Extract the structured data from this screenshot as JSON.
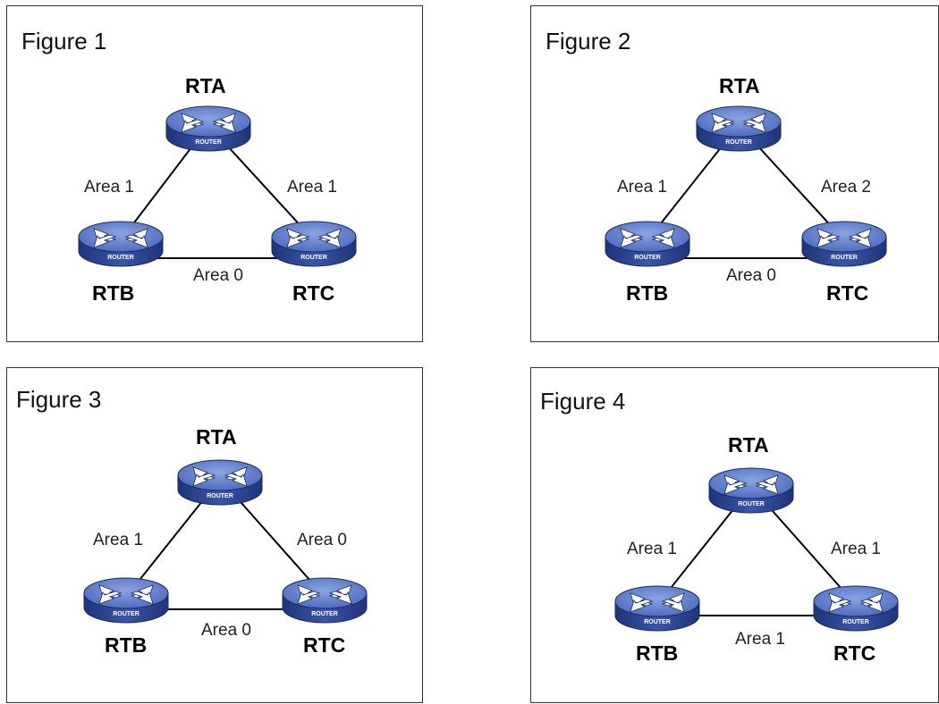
{
  "figures": [
    {
      "title": "Figure 1",
      "routers": {
        "a": "RTA",
        "b": "RTB",
        "c": "RTC"
      },
      "links": {
        "ab": "Area 1",
        "ac": "Area 1",
        "bc": "Area 0"
      }
    },
    {
      "title": "Figure 2",
      "routers": {
        "a": "RTA",
        "b": "RTB",
        "c": "RTC"
      },
      "links": {
        "ab": "Area 1",
        "ac": "Area 2",
        "bc": "Area 0"
      }
    },
    {
      "title": "Figure 3",
      "routers": {
        "a": "RTA",
        "b": "RTB",
        "c": "RTC"
      },
      "links": {
        "ab": "Area 1",
        "ac": "Area 0",
        "bc": "Area 0"
      }
    },
    {
      "title": "Figure 4",
      "routers": {
        "a": "RTA",
        "b": "RTB",
        "c": "RTC"
      },
      "links": {
        "ab": "Area 1",
        "ac": "Area 1",
        "bc": "Area 1"
      }
    }
  ],
  "router_icon": {
    "name": "router-icon",
    "caption": "ROUTER",
    "body_color": "#3a55a8",
    "top_color": "#6a86cf"
  },
  "link_color": "#000000"
}
